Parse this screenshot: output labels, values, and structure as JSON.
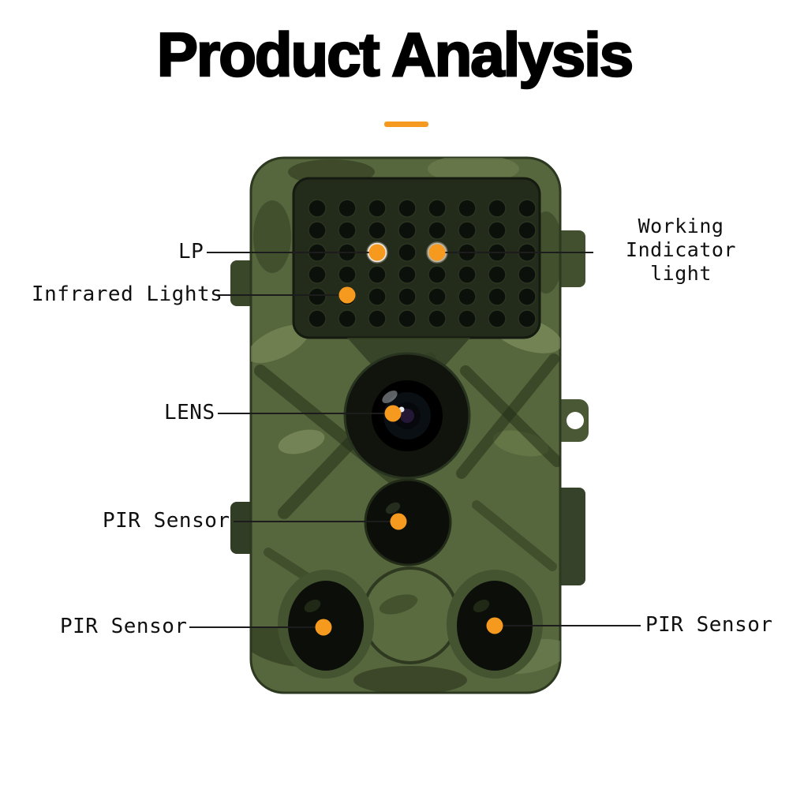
{
  "page": {
    "title": "Product Analysis",
    "background_color": "#ffffff"
  },
  "divider": {
    "color": "#f59a1e"
  },
  "colors": {
    "accent_orange": "#f59a1e",
    "leader_line": "#1c1c1c",
    "label_text": "#101010",
    "camo_base": "#57673d",
    "camo_dark_edge": "#2c381f",
    "ir_panel": "#232b1b",
    "sensor_black": "#0c0f09"
  },
  "illustration": {
    "name": "camouflage-trail-camera"
  },
  "callouts": [
    {
      "id": "lp",
      "label": "LP"
    },
    {
      "id": "infrared-lights",
      "label": "Infrared Lights"
    },
    {
      "id": "working-indicator-light",
      "label": "Working Indicator light"
    },
    {
      "id": "lens",
      "label": "LENS"
    },
    {
      "id": "pir-sensor-middle",
      "label": "PIR Sensor"
    },
    {
      "id": "pir-sensor-bottom-left",
      "label": "PIR Sensor"
    },
    {
      "id": "pir-sensor-bottom-right",
      "label": "PIR Sensor"
    }
  ]
}
